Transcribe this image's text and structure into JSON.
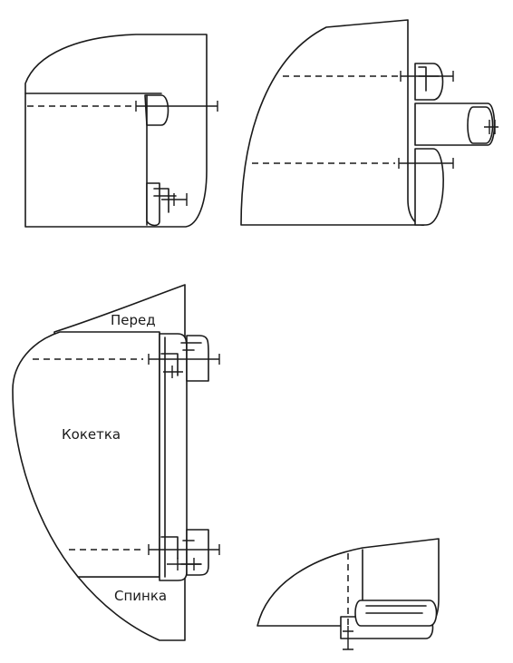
{
  "labels": {
    "front": "Перед",
    "yoke": "Кокетка",
    "back": "Спинка"
  }
}
